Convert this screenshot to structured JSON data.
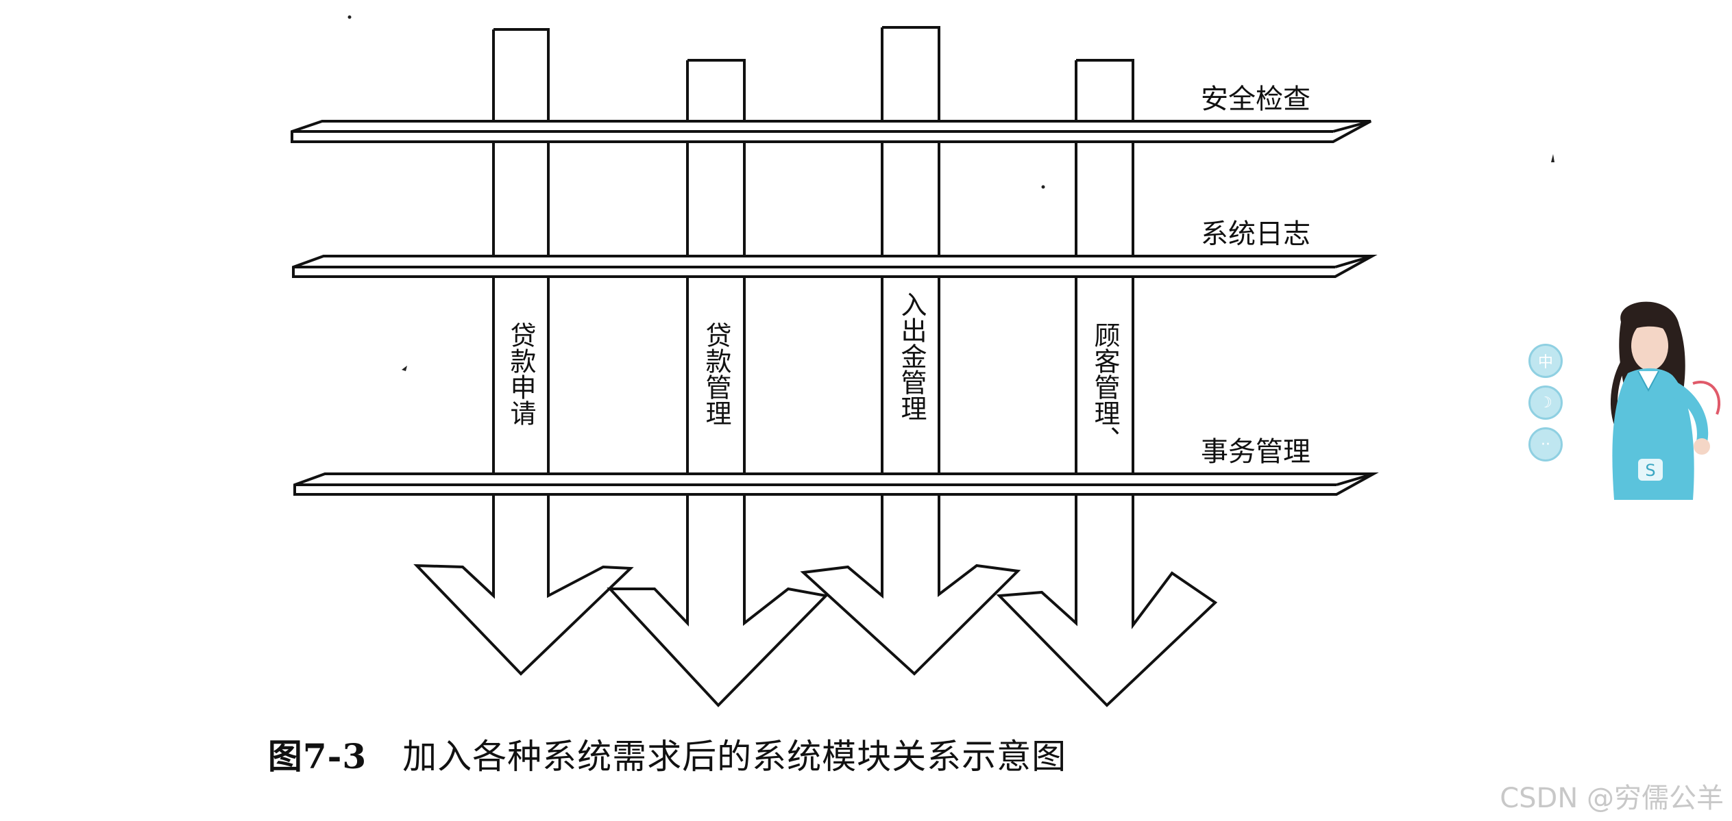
{
  "diagram": {
    "layers": [
      {
        "label": "安全检查"
      },
      {
        "label": "系统日志"
      },
      {
        "label": "事务管理"
      }
    ],
    "modules": [
      {
        "label": "贷款申请"
      },
      {
        "label": "贷款管理"
      },
      {
        "label": "入出金管理"
      },
      {
        "label": "顾客管理、"
      }
    ]
  },
  "caption": {
    "number": "图7-3",
    "text": "加入各种系统需求后的系统模块关系示意图"
  },
  "watermark": "CSDN @穷儒公羊",
  "assistant_widget": {
    "buttons": [
      "中",
      "☽",
      "··"
    ],
    "avatar_badge": "S"
  },
  "colors": {
    "stroke": "#111111",
    "background": "#ffffff",
    "mascot_accent": "#5bc3dc"
  }
}
